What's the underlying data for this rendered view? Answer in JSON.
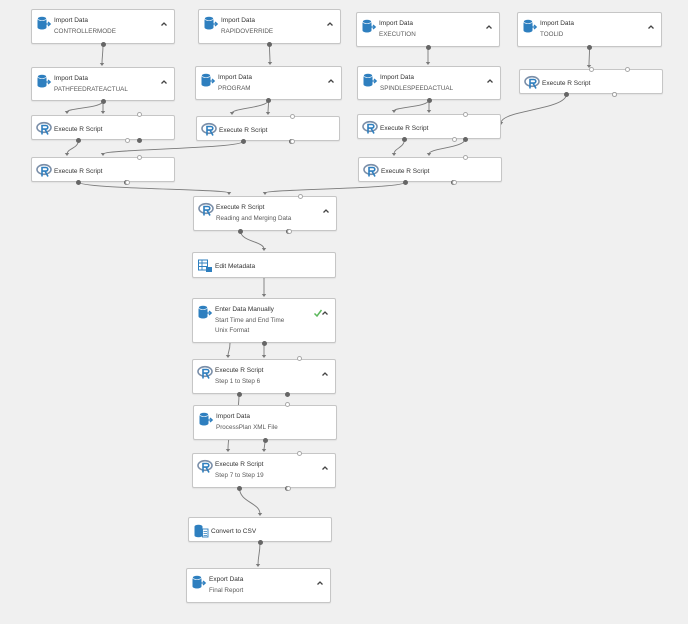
{
  "nodes": {
    "n1": {
      "title": "Import Data",
      "subtitle": "CONTROLLERMODE",
      "icon": "database-import-icon"
    },
    "n2": {
      "title": "Import Data",
      "subtitle": "RAPIDOVERRIDE",
      "icon": "database-import-icon"
    },
    "n3": {
      "title": "Import Data",
      "subtitle": "EXECUTION",
      "icon": "database-import-icon"
    },
    "n4": {
      "title": "Import Data",
      "subtitle": "TOOLID",
      "icon": "database-import-icon"
    },
    "n5": {
      "title": "Import Data",
      "subtitle": "PATHFEEDRATEACTUAL",
      "icon": "database-import-icon"
    },
    "n6": {
      "title": "Import Data",
      "subtitle": "PROGRAM",
      "icon": "database-import-icon"
    },
    "n7": {
      "title": "Import Data",
      "subtitle": "SPINDLESPEEDACTUAL",
      "icon": "database-import-icon"
    },
    "n8": {
      "title": "Execute R Script",
      "icon": "r-script-icon"
    },
    "n9": {
      "title": "Execute R Script",
      "icon": "r-script-icon"
    },
    "n10": {
      "title": "Execute R Script",
      "icon": "r-script-icon"
    },
    "n11": {
      "title": "Execute R Script",
      "icon": "r-script-icon"
    },
    "n12": {
      "title": "Execute R Script",
      "icon": "r-script-icon"
    },
    "n13": {
      "title": "Execute R Script",
      "icon": "r-script-icon"
    },
    "n14": {
      "title": "Execute R Script",
      "subtitle": "Reading and Merging Data",
      "icon": "r-script-icon"
    },
    "n15": {
      "title": "Edit Metadata",
      "icon": "edit-metadata-icon"
    },
    "n16": {
      "title": "Enter Data Manually",
      "subtitle": "Start Time and End Time",
      "subtitle2": "Unix Format",
      "icon": "database-import-icon",
      "status": "completed"
    },
    "n17": {
      "title": "Execute R Script",
      "subtitle": "Step 1 to Step 6",
      "icon": "r-script-icon"
    },
    "n18": {
      "title": "Import Data",
      "subtitle": "ProcessPlan XML File",
      "icon": "database-import-icon"
    },
    "n19": {
      "title": "Execute R Script",
      "subtitle": "Step 7 to Step 19",
      "icon": "r-script-icon"
    },
    "n20": {
      "title": "Convert to CSV",
      "icon": "convert-csv-icon"
    },
    "n21": {
      "title": "Export Data",
      "subtitle": "Final Report",
      "icon": "database-export-icon"
    }
  },
  "colors": {
    "accent_blue": "#2e7fbf",
    "edge": "#7a7a7a",
    "success_check": "#5cb85c"
  }
}
